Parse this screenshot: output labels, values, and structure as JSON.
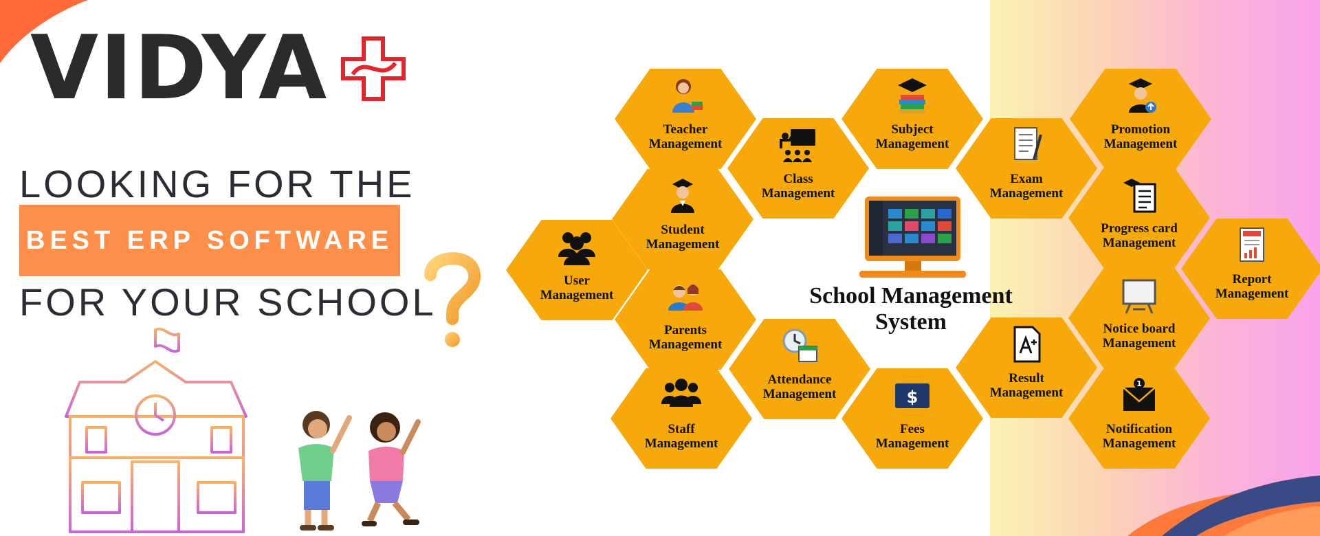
{
  "brand": {
    "name": "VIDYA",
    "logo_icon": "red-plus-cross"
  },
  "headline": {
    "line1": "LOOKING FOR THE",
    "highlight": "BEST ERP SOFTWARE",
    "line3": "FOR YOUR SCHOOL"
  },
  "center": {
    "title": "School Management\nSystem",
    "icon": "monitor-dashboard"
  },
  "modules": [
    {
      "id": "teacher",
      "label": "Teacher\nManagement",
      "icon": "teacher-icon"
    },
    {
      "id": "class",
      "label": "Class\nManagement",
      "icon": "class-icon"
    },
    {
      "id": "subject",
      "label": "Subject\nManagement",
      "icon": "subject-icon"
    },
    {
      "id": "exam",
      "label": "Exam\nManagement",
      "icon": "exam-icon"
    },
    {
      "id": "promotion",
      "label": "Promotion\nManagement",
      "icon": "promotion-icon"
    },
    {
      "id": "student",
      "label": "Student\nManagement",
      "icon": "student-icon"
    },
    {
      "id": "progress",
      "label": "Progress card\nManagement",
      "icon": "progress-card-icon"
    },
    {
      "id": "user",
      "label": "User\nManagement",
      "icon": "users-icon"
    },
    {
      "id": "report",
      "label": "Report\nManagement",
      "icon": "report-icon"
    },
    {
      "id": "parents",
      "label": "Parents\nManagement",
      "icon": "parents-icon"
    },
    {
      "id": "notice",
      "label": "Notice board\nManagement",
      "icon": "notice-board-icon"
    },
    {
      "id": "attendance",
      "label": "Attendance\nManagement",
      "icon": "attendance-icon"
    },
    {
      "id": "result",
      "label": "Result\nManagement",
      "icon": "result-icon"
    },
    {
      "id": "staff",
      "label": "Staff\nManagement",
      "icon": "staff-icon"
    },
    {
      "id": "fees",
      "label": "Fees\nManagement",
      "icon": "fees-icon"
    },
    {
      "id": "notification",
      "label": "Notification\nManagement",
      "icon": "notification-icon"
    }
  ],
  "colors": {
    "accent": "#fe8f4b",
    "hex": "#f7a90b",
    "brand_red": "#e0262f",
    "text_dark": "#2a2d34"
  }
}
